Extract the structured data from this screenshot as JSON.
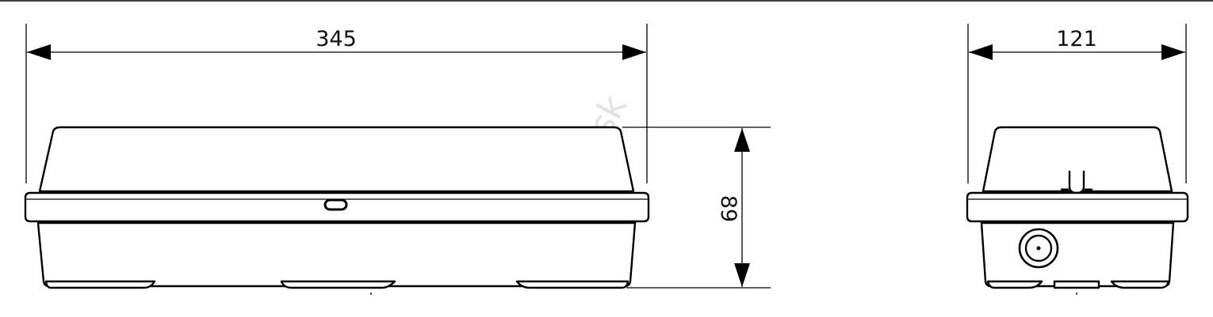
{
  "dimensions": {
    "length": "345",
    "height": "89",
    "width": "121"
  },
  "watermark": "rent.sk"
}
